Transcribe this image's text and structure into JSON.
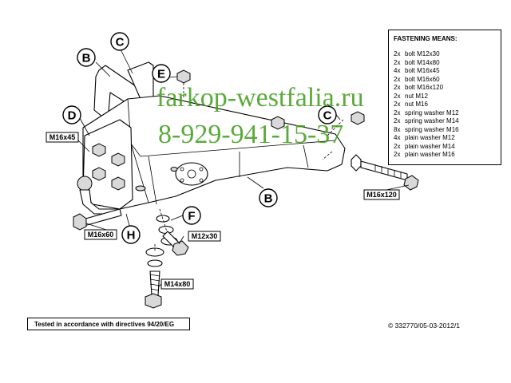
{
  "callouts": {
    "c_top": "C",
    "b_top": "B",
    "e": "E",
    "d": "D",
    "c_right": "C",
    "b_bottom": "B",
    "f": "F",
    "h": "H"
  },
  "part_labels": {
    "m16x45": "M16x45",
    "m16x60": "M16x60",
    "m12x30": "M12x30",
    "m14x80": "M14x80",
    "m16x120": "M16x120"
  },
  "fastening": {
    "title": "FASTENING MEANS:",
    "items": [
      {
        "qty": "2x",
        "desc": "bolt M12x30"
      },
      {
        "qty": "2x",
        "desc": "bolt M14x80"
      },
      {
        "qty": "4x",
        "desc": "bolt M16x45"
      },
      {
        "qty": "2x",
        "desc": "bolt M16x60"
      },
      {
        "qty": "2x",
        "desc": "bolt M16x120"
      },
      {
        "qty": "2x",
        "desc": "nut M12"
      },
      {
        "qty": "2x",
        "desc": "nut M16"
      },
      {
        "qty": "2x",
        "desc": "spring washer M12"
      },
      {
        "qty": "2x",
        "desc": "spring washer M14"
      },
      {
        "qty": "8x",
        "desc": "spring washer M16"
      },
      {
        "qty": "4x",
        "desc": "plain washer M12"
      },
      {
        "qty": "2x",
        "desc": "plain washer M14"
      },
      {
        "qty": "2x",
        "desc": "plain washer M16"
      }
    ]
  },
  "tested_note": "Tested in accordance with directives 94/20/EG",
  "copyright": "© 332770/05-03-2012/1",
  "watermark": {
    "line1": "farkop-westfalia.ru",
    "line2": "8-929-941-15-37",
    "color": "#3f9c1a"
  }
}
